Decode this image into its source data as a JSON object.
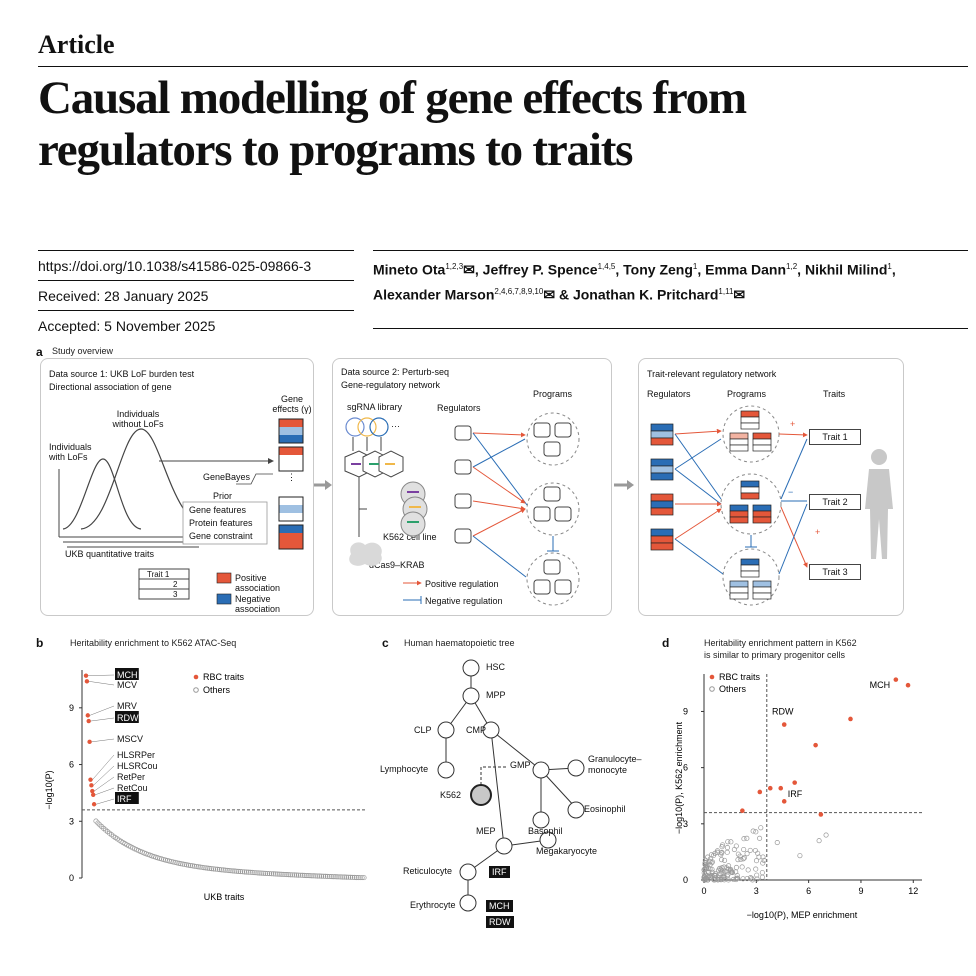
{
  "header": {
    "kicker": "Article",
    "title_line1": "Causal modelling of gene effects from",
    "title_line2": "regulators to programs to traits"
  },
  "meta": {
    "doi": "https://doi.org/10.1038/s41586-025-09866-3",
    "received": "Received: 28 January 2025",
    "accepted": "Accepted: 5 November 2025"
  },
  "authors": {
    "a1": "Mineto Ota",
    "a1_sup": "1,2,3",
    "a2": "Jeffrey P. Spence",
    "a2_sup": "1,4,5",
    "a3": "Tony Zeng",
    "a3_sup": "1",
    "a4": "Emma Dann",
    "a4_sup": "1,2",
    "a5": "Nikhil Milind",
    "a5_sup": "1",
    "a6": "Alexander Marson",
    "a6_sup": "2,4,6,7,8,9,10",
    "a7": "Jonathan K. Pritchard",
    "a7_sup": "1,11",
    "amp": "&"
  },
  "figure": {
    "a": {
      "letter": "a",
      "title": "Study overview",
      "box1": {
        "title1": "Data source 1: UKB LoF burden test",
        "title2": "Directional association of gene",
        "without1": "Individuals",
        "without2": "without LoFs",
        "with1": "Individuals",
        "with2": "with LoFs",
        "gene_effects1": "Gene",
        "gene_effects2": "effects (γ)",
        "genebayes": "GeneBayes",
        "prior": "Prior",
        "feat1": "Gene features",
        "feat2": "Protein features",
        "feat3": "Gene constraint",
        "axis": "UKB quantitative traits",
        "trait1": "Trait 1",
        "trait2": "2",
        "trait3": "3",
        "pos": "Positive association",
        "neg": "Negative association",
        "dots": "⋮"
      },
      "box2": {
        "title1": "Data source 2: Perturb-seq",
        "title2": "Gene-regulatory network",
        "sgrna": "sgRNA library",
        "ellipsis": "···",
        "k562": "K562 cell line",
        "dcas9": "dCas9–KRAB",
        "regulators": "Regulators",
        "programs": "Programs",
        "posreg": "Positive regulation",
        "negreg": "Negative regulation"
      },
      "box3": {
        "title": "Trait-relevant regulatory network",
        "regulators": "Regulators",
        "programs": "Programs",
        "traits": "Traits",
        "t1": "Trait 1",
        "t2": "Trait 2",
        "t3": "Trait 3",
        "plus": "+",
        "minus": "−"
      },
      "colors": {
        "positive": "#e4573a",
        "negative": "#2a6db5",
        "light_pos": "#f2b3a2",
        "light_neg": "#9fc0e2"
      }
    },
    "b": {
      "letter": "b",
      "title": "Heritability enrichment to K562 ATAC-Seq",
      "xlabel": "UKB traits",
      "ylabel": "−log10(P)",
      "legend_rbc": "RBC traits",
      "legend_others": "Others",
      "labels": [
        "MCH",
        "MCV",
        "MRV",
        "RDW",
        "MSCV",
        "HLSRPer",
        "HLSRCou",
        "RetPer",
        "RetCou",
        "IRF"
      ]
    },
    "c": {
      "letter": "c",
      "title": "Human haematopoietic tree",
      "nodes": {
        "hsc": "HSC",
        "mpp": "MPP",
        "clp": "CLP",
        "cmp": "CMP",
        "lymph": "Lymphocyte",
        "gmp": "GMP",
        "gran1": "Granulocyte–",
        "gran2": "monocyte",
        "k562": "K562",
        "mep": "MEP",
        "baso": "Basophil",
        "eos": "Eosinophil",
        "mega": "Megakaryocyte",
        "retic": "Reticulocyte",
        "ery": "Erythrocyte",
        "irf": "IRF",
        "mch": "MCH",
        "rdw": "RDW"
      }
    },
    "d": {
      "letter": "d",
      "title1": "Heritability enrichment pattern in K562",
      "title2": "is similar to primary progenitor cells",
      "legend_rbc": "RBC traits",
      "legend_others": "Others",
      "labels": {
        "mch": "MCH",
        "rdw": "RDW",
        "irf": "IRF"
      }
    }
  },
  "chart_data": [
    {
      "type": "scatter",
      "title": "Heritability enrichment to K562 ATAC-Seq",
      "xlabel": "UKB traits",
      "ylabel": "−log10(P)",
      "ylim": [
        0,
        11
      ],
      "yticks": [
        0,
        3,
        6,
        9
      ],
      "threshold": 3.6,
      "series": [
        {
          "name": "RBC traits",
          "points": [
            {
              "rank": 1,
              "y": 10.7,
              "label": "MCH"
            },
            {
              "rank": 2,
              "y": 10.4,
              "label": "MCV"
            },
            {
              "rank": 3,
              "y": 8.6,
              "label": "MRV"
            },
            {
              "rank": 4,
              "y": 8.3,
              "label": "RDW"
            },
            {
              "rank": 5,
              "y": 7.2,
              "label": "MSCV"
            },
            {
              "rank": 6,
              "y": 5.2,
              "label": "HLSRPer"
            },
            {
              "rank": 7,
              "y": 4.9,
              "label": "HLSRCou"
            },
            {
              "rank": 8,
              "y": 4.6,
              "label": "RetPer"
            },
            {
              "rank": 9,
              "y": 4.4,
              "label": "RetCou"
            },
            {
              "rank": 10,
              "y": 3.9,
              "label": "IRF"
            }
          ]
        },
        {
          "name": "Others",
          "description": "remaining UKB traits decreasing from about 3.2 to 0"
        }
      ]
    },
    {
      "type": "scatter",
      "xlabel": "−log10(P), MEP enrichment",
      "ylabel": "−log10(P), K562 enrichment",
      "xlim": [
        0,
        12.5
      ],
      "ylim": [
        0,
        11
      ],
      "xticks": [
        0,
        3,
        6,
        9,
        12
      ],
      "yticks": [
        0,
        3,
        6,
        9
      ],
      "threshold_x": 3.6,
      "threshold_y": 3.6,
      "series": [
        {
          "name": "RBC traits",
          "points": [
            {
              "x": 11.0,
              "y": 10.7,
              "label": "MCH"
            },
            {
              "x": 11.7,
              "y": 10.4
            },
            {
              "x": 8.4,
              "y": 8.6
            },
            {
              "x": 4.6,
              "y": 8.3,
              "label": "RDW"
            },
            {
              "x": 6.4,
              "y": 7.2
            },
            {
              "x": 5.2,
              "y": 5.2,
              "label": "IRF"
            },
            {
              "x": 4.4,
              "y": 4.9
            },
            {
              "x": 3.2,
              "y": 4.7
            },
            {
              "x": 3.8,
              "y": 4.9
            },
            {
              "x": 4.6,
              "y": 4.2
            },
            {
              "x": 6.7,
              "y": 3.5
            },
            {
              "x": 2.2,
              "y": 3.7
            }
          ]
        },
        {
          "name": "Others",
          "description": "cluster near origin, x 0–4, y 0–2.5"
        }
      ]
    }
  ]
}
